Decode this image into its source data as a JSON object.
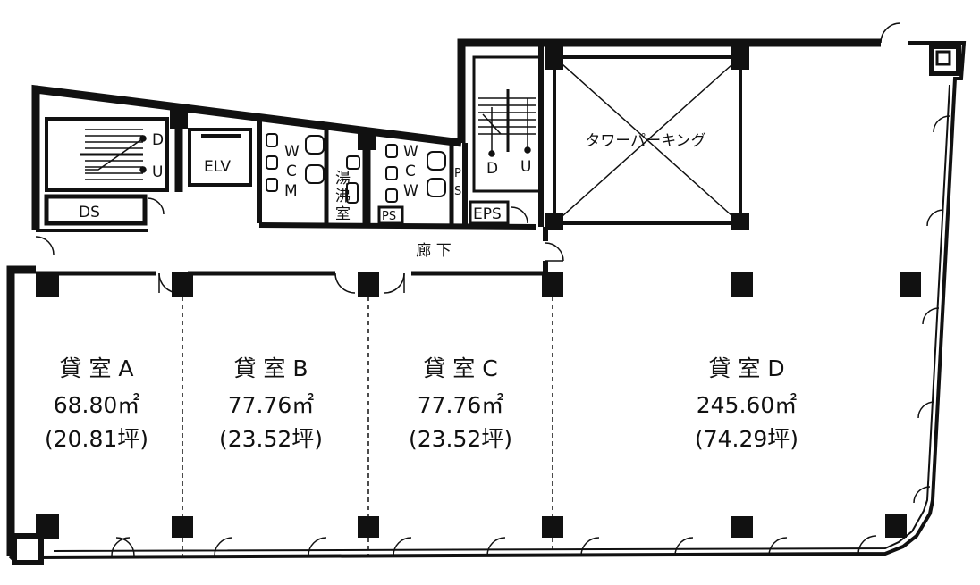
{
  "rooms": [
    {
      "name": "貸 室 A",
      "area": "68.80㎡",
      "tsubo": "(20.81坪)"
    },
    {
      "name": "貸 室 B",
      "area": "77.76㎡",
      "tsubo": "(23.52坪)"
    },
    {
      "name": "貸 室 C",
      "area": "77.76㎡",
      "tsubo": "(23.52坪)"
    },
    {
      "name": "貸 室 D",
      "area": "245.60㎡",
      "tsubo": "(74.29坪)"
    }
  ],
  "labels": {
    "tower_parking": "タワーパーキング",
    "corridor": "廊 下",
    "elv": "ELV",
    "ds": "DS",
    "eps": "EPS",
    "ps": "PS",
    "ps_vertical_p": "P",
    "ps_vertical_s": "S",
    "kitchen_1": "湯",
    "kitchen_2": "沸",
    "kitchen_3": "室",
    "wc_m": [
      "W",
      "C",
      "M"
    ],
    "wc_w": [
      "W",
      "C",
      "W"
    ],
    "stair1_d": "D",
    "stair1_u": "U",
    "stair2_d": "D",
    "stair2_u": "U"
  }
}
